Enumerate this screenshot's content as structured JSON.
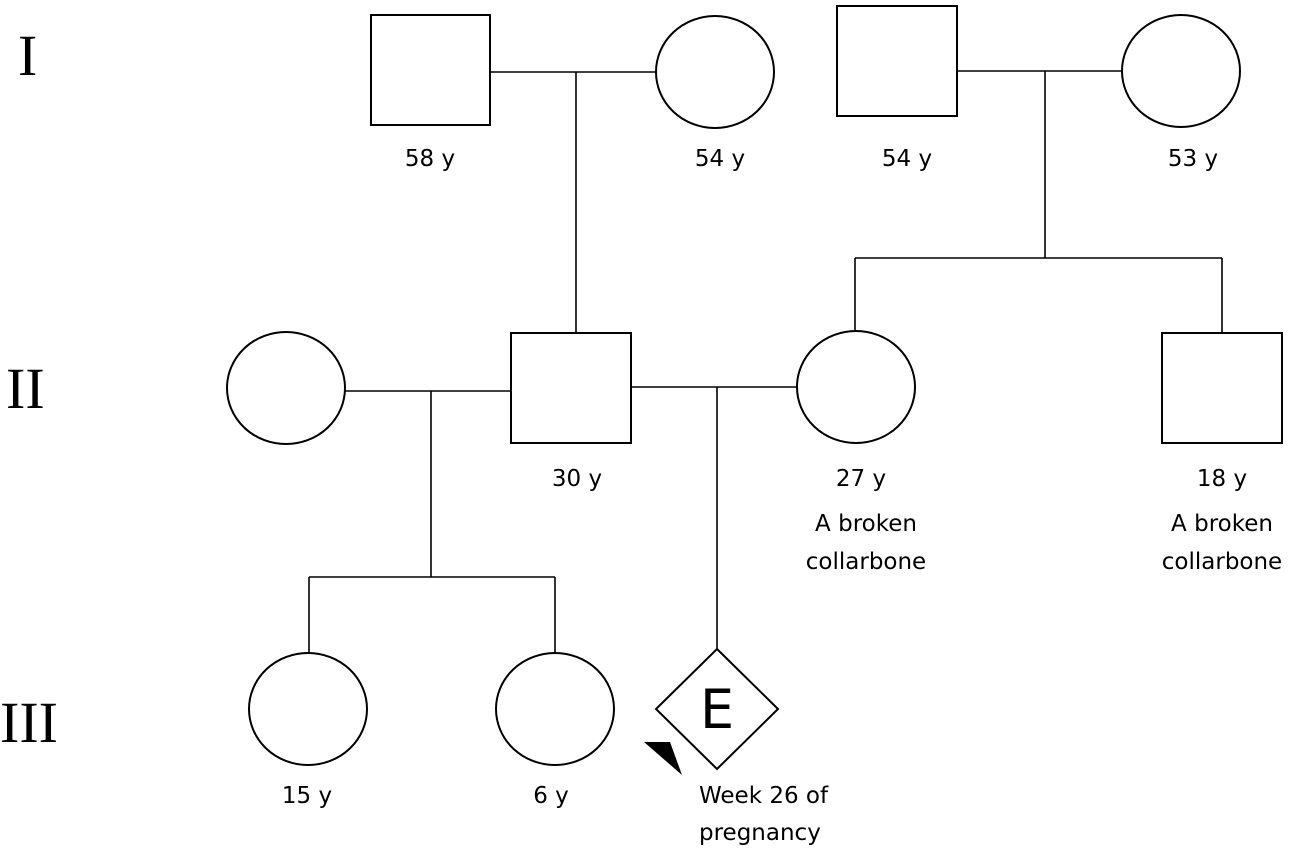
{
  "generations": [
    "I",
    "II",
    "III"
  ],
  "people": {
    "i_grandfather_paternal": {
      "age": "58 y"
    },
    "i_grandmother_paternal": {
      "age": "54 y"
    },
    "i_grandfather_maternal": {
      "age": "54 y"
    },
    "i_grandmother_maternal": {
      "age": "53 y"
    },
    "ii_first_wife": {
      "age": ""
    },
    "ii_husband": {
      "age": "30 y"
    },
    "ii_wife": {
      "age": "27 y",
      "note_line1": "A broken",
      "note_line2": "collarbone"
    },
    "ii_brother": {
      "age": "18 y",
      "note_line1": "A broken",
      "note_line2": "collarbone"
    },
    "iii_daughter1": {
      "age": "15 y"
    },
    "iii_daughter2": {
      "age": "6 y"
    },
    "iii_fetus": {
      "symbol_letter": "E",
      "note_line1": "Week 26 of",
      "note_line2": "pregnancy"
    }
  }
}
